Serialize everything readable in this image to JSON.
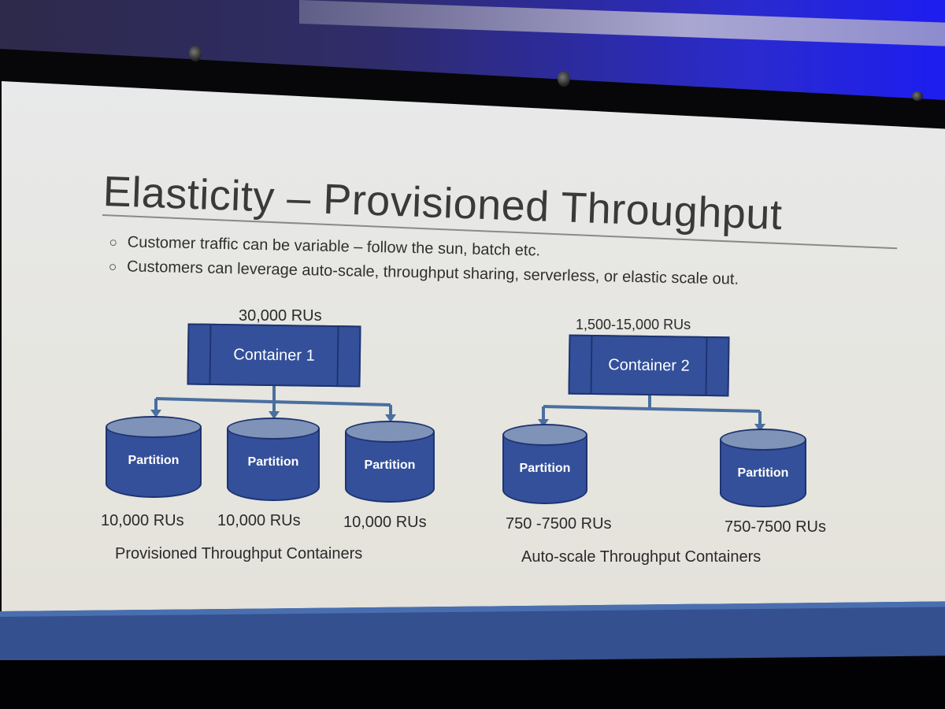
{
  "slide": {
    "title": "Elasticity – Provisioned Throughput",
    "bullets": [
      "Customer traffic can be variable – follow the sun, batch etc.",
      "Customers can leverage auto-scale, throughput sharing, serverless, or elastic scale out."
    ],
    "colors": {
      "shape_fill": "#34509a",
      "shape_border": "#1e3470",
      "cylinder_top": "#7f92b8",
      "band": "#34508e"
    }
  },
  "left_diagram": {
    "container_rus": "30,000 RUs",
    "container_label": "Container 1",
    "partitions": [
      {
        "label": "Partition",
        "rus": "10,000 RUs"
      },
      {
        "label": "Partition",
        "rus": "10,000 RUs"
      },
      {
        "label": "Partition",
        "rus": "10,000 RUs"
      }
    ],
    "caption": "Provisioned Throughput Containers"
  },
  "right_diagram": {
    "container_rus": "1,500-15,000 RUs",
    "container_label": "Container 2",
    "partitions": [
      {
        "label": "Partition",
        "rus": "750 -7500 RUs"
      },
      {
        "label": "Partition",
        "rus": "750-7500 RUs"
      }
    ],
    "caption": "Auto-scale Throughput Containers"
  }
}
